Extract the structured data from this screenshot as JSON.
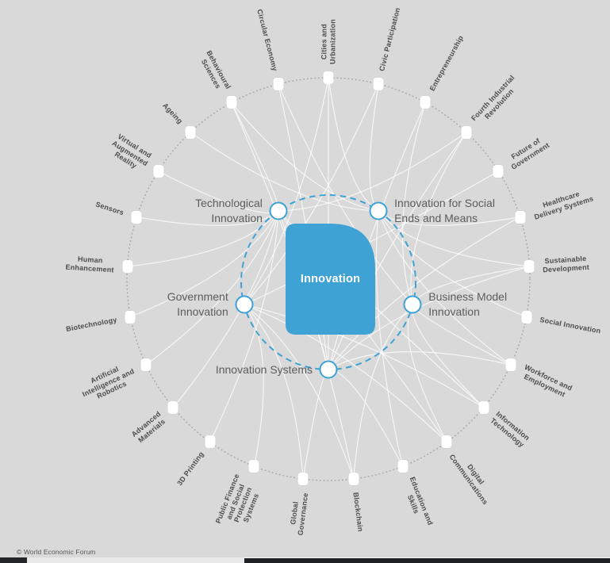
{
  "copyright": "© World Economic Forum",
  "colors": {
    "background": "#d9d9d9",
    "accent_blue": "#3fa2d4",
    "connection_line": "#ffffff",
    "outer_ring_dots": "#a9a9a9",
    "outer_label_text": "#4b4b4e",
    "inner_label_text": "#5b5c5e",
    "center_text": "#ffffff",
    "bottom_bar_dark": "#1e2022",
    "bottom_bar_light": "#e9e9e9"
  },
  "center": {
    "label": "Innovation"
  },
  "inner_nodes": [
    {
      "id": "technological-innovation",
      "label": "Technological Innovation",
      "lines": [
        "Technological",
        "Innovation"
      ],
      "angle": -125,
      "label_side": "left"
    },
    {
      "id": "innovation-for-social-ends-and-means",
      "label": "Innovation for Social Ends and Means",
      "lines": [
        "Innovation for Social",
        "Ends and Means"
      ],
      "angle": -55,
      "label_side": "right"
    },
    {
      "id": "business-model-innovation",
      "label": "Business Model Innovation",
      "lines": [
        "Business Model",
        "Innovation"
      ],
      "angle": 15,
      "label_side": "right"
    },
    {
      "id": "innovation-systems",
      "label": "Innovation Systems",
      "lines": [
        "Innovation Systems"
      ],
      "angle": 90,
      "label_side": "left"
    },
    {
      "id": "government-innovation",
      "label": "Government Innovation",
      "lines": [
        "Government",
        "Innovation"
      ],
      "angle": 165,
      "label_side": "left"
    }
  ],
  "outer_nodes": [
    {
      "label": "Cities and Urbanization",
      "lines": [
        "Cities and",
        "Urbanization"
      ]
    },
    {
      "label": "Civic Participation",
      "lines": [
        "Civic Participation"
      ]
    },
    {
      "label": "Entrepreneurship",
      "lines": [
        "Entrepreneurship"
      ]
    },
    {
      "label": "Fourth Industrial Revolution",
      "lines": [
        "Fourth Industrial",
        "Revolution"
      ]
    },
    {
      "label": "Future of Government",
      "lines": [
        "Future of",
        "Government"
      ]
    },
    {
      "label": "Healthcare Delivery Systems",
      "lines": [
        "Healthcare",
        "Delivery Systems"
      ]
    },
    {
      "label": "Sustainable Development",
      "lines": [
        "Sustainable",
        "Development"
      ]
    },
    {
      "label": "Social Innovation",
      "lines": [
        "Social Innovation"
      ]
    },
    {
      "label": "Workforce and Employment",
      "lines": [
        "Workforce and",
        "Employment"
      ]
    },
    {
      "label": "Information Technology",
      "lines": [
        "Information",
        "Technology"
      ]
    },
    {
      "label": "Digital Communications",
      "lines": [
        "Digital",
        "Communications"
      ]
    },
    {
      "label": "Education and Skills",
      "lines": [
        "Education and",
        "Skills"
      ]
    },
    {
      "label": "Blockchain",
      "lines": [
        "Blockchain"
      ]
    },
    {
      "label": "Global Governance",
      "lines": [
        "Global",
        "Governance"
      ]
    },
    {
      "label": "Public Finance and Social Protection Systems",
      "lines": [
        "Public Finance",
        "and Social",
        "Protection",
        "Systems"
      ]
    },
    {
      "label": "3D Printing",
      "lines": [
        "3D Printing"
      ]
    },
    {
      "label": "Advanced Materials",
      "lines": [
        "Advanced",
        "Materials"
      ]
    },
    {
      "label": "Artificial Intelligence and Robotics",
      "lines": [
        "Artificial",
        "Intelligence and",
        "Robotics"
      ]
    },
    {
      "label": "Biotechnology",
      "lines": [
        "Biotechnology"
      ]
    },
    {
      "label": "Human Enhancement",
      "lines": [
        "Human",
        "Enhancement"
      ]
    },
    {
      "label": "Sensors",
      "lines": [
        "Sensors"
      ]
    },
    {
      "label": "Virtual and Augmented Reality",
      "lines": [
        "Virtual and",
        "Augmented",
        "Reality"
      ]
    },
    {
      "label": "Ageing",
      "lines": [
        "Ageing"
      ]
    },
    {
      "label": "Behavioural Sciences",
      "lines": [
        "Behavioural",
        "Sciences"
      ]
    },
    {
      "label": "Circular Economy",
      "lines": [
        "Circular Economy"
      ]
    }
  ],
  "connections": [
    {
      "from": "technological-innovation",
      "to": [
        15,
        16,
        17,
        18,
        19,
        20,
        21,
        23,
        3,
        9,
        10,
        12
      ]
    },
    {
      "from": "innovation-for-social-ends-and-means",
      "to": [
        0,
        1,
        22,
        5,
        6,
        7,
        8,
        11,
        23
      ]
    },
    {
      "from": "business-model-innovation",
      "to": [
        2,
        3,
        6,
        8,
        9,
        10,
        12,
        24
      ]
    },
    {
      "from": "innovation-systems",
      "to": [
        0,
        2,
        3,
        5,
        6,
        8,
        11,
        13,
        24,
        23
      ]
    },
    {
      "from": "government-innovation",
      "to": [
        0,
        1,
        4,
        9,
        10,
        12,
        13,
        14
      ]
    }
  ]
}
